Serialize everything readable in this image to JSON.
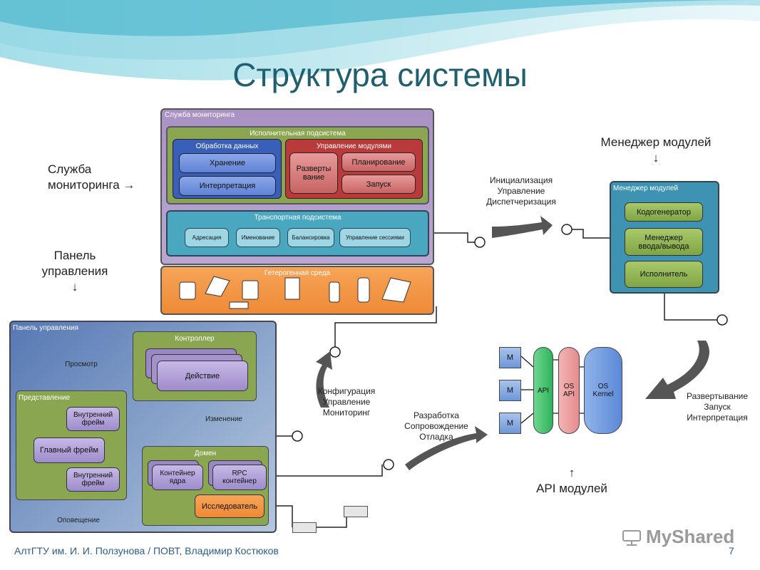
{
  "slide_title": "Структура системы",
  "annotations": {
    "monitoring_service": [
      "Служба",
      "мониторинга →"
    ],
    "control_panel": [
      "Панель",
      "управления",
      "↓"
    ],
    "module_manager": [
      "Менеджер модулей",
      "↓"
    ],
    "api_modules": [
      "↑",
      "API модулей"
    ]
  },
  "monitoring": {
    "title": "Служба мониторинга",
    "exec_subsystem": "Исполнительная подсистема",
    "data_processing": "Обработка данных",
    "storage": "Хранение",
    "interpretation": "Интерпретация",
    "module_control": "Управление модулями",
    "deployment": "Разверты\nвание",
    "planning": "Планирование",
    "launch": "Запуск",
    "transport": "Транспортная подсистема",
    "addressing": "Адресация",
    "naming": "Именование",
    "balancing": "Балансировка",
    "sessions": "Управление сессиями",
    "hetero": "Гетерогенная среда"
  },
  "module_manager": {
    "title": "Менеджер модулей",
    "codegen": "Кодогенератор",
    "io": "Менеджер\nввода/вывода",
    "executor": "Исполнитель"
  },
  "control_panel": {
    "title": "Панель управления",
    "controller": "Контроллер",
    "action": "Действие",
    "view_label": "Просмотр",
    "change_label": "Изменение",
    "representation": "Представление",
    "inner_frame_1": "Внутренний\nфрейм",
    "main_frame": "Главный фрейм",
    "inner_frame_2": "Внутренний\nфрейм",
    "domain": "Домен",
    "kernel_container": "Контейнер\nядра",
    "rpc_container": "RPC\nконтейнер",
    "researcher": "Исследователь",
    "notification": "Оповещение"
  },
  "flows": {
    "init": [
      "Инициализация",
      "Управление",
      "Диспетчеризация"
    ],
    "config": [
      "Конфигурация",
      "Управление",
      "Мониторинг"
    ],
    "dev": [
      "Разработка",
      "Сопровождение",
      "Отладка"
    ],
    "deploy": [
      "Развертывание",
      "Запуск",
      "Интерпретация"
    ]
  },
  "api": {
    "m": "M",
    "api": "API",
    "os_api": "OS\nAPI",
    "os_kernel": "OS\nKernel"
  },
  "footer": {
    "left": "АлтГТУ им. И. И. Ползунова / ПОВТ, Владимир Костюков",
    "page": "7",
    "watermark": "MyShared"
  }
}
